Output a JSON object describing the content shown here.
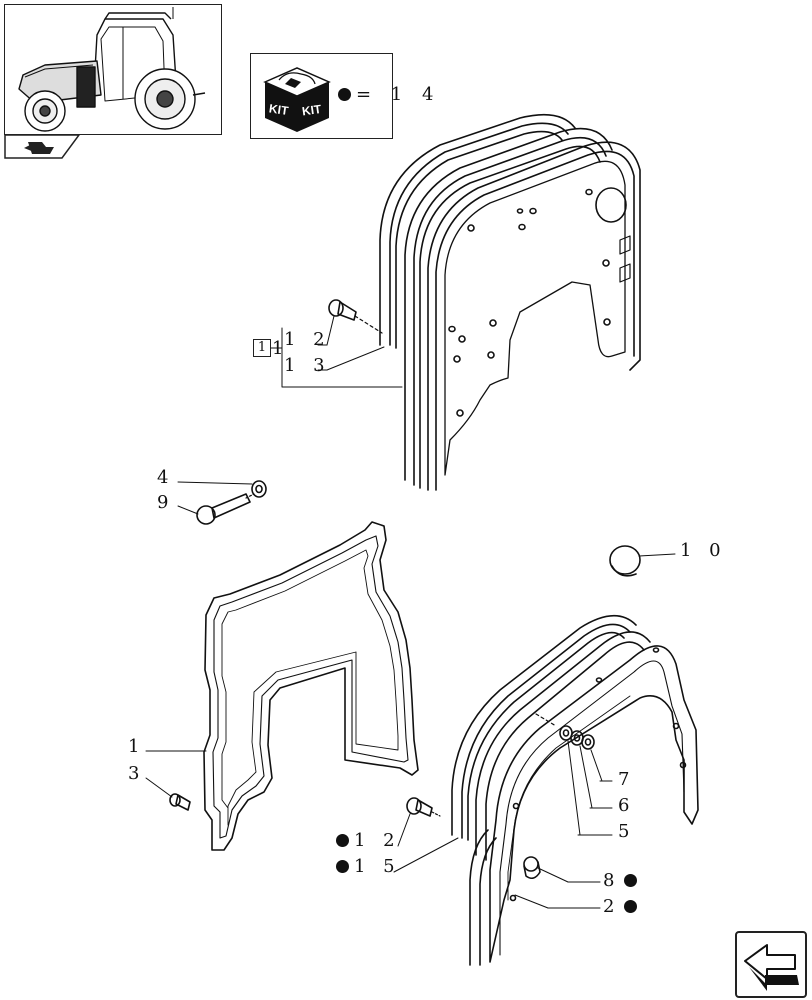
{
  "callouts": {
    "c1": "1",
    "c2": "2",
    "c3": "3",
    "c4": "4",
    "c5": "5",
    "c6": "6",
    "c7": "7",
    "c8": "8",
    "c9": "9",
    "c10": "1 0",
    "c12_top": "1 2",
    "c13": "1 3",
    "c12_bottom": "1 2",
    "c15": "1 5"
  },
  "kit": {
    "label_left": "KIT",
    "label_right": "KIT",
    "legend": "= 1 4"
  },
  "ref_box": {
    "text": "1",
    "trailing": "1"
  },
  "icons": {
    "thumbnail": "tractor-thumbnail-icon",
    "section_tab": "section-nav-icon",
    "kit_box": "kit-box-icon",
    "next": "next-page-arrow-icon"
  },
  "colors": {
    "line": "#111111",
    "background": "#ffffff"
  }
}
